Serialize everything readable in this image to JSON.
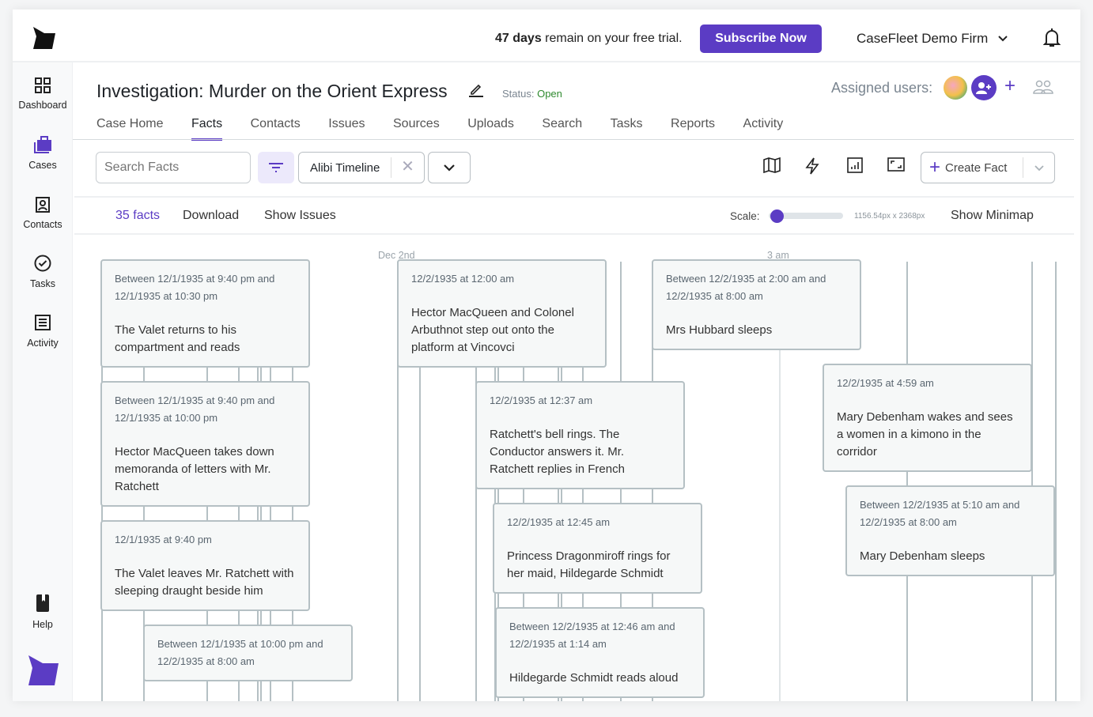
{
  "topbar": {
    "trial_days": "47 days",
    "trial_rest": " remain on your free trial.",
    "subscribe": "Subscribe Now",
    "firm": "CaseFleet Demo Firm"
  },
  "sidebar": [
    {
      "label": "Dashboard",
      "icon": "grid-icon"
    },
    {
      "label": "Cases",
      "icon": "briefcase-icon"
    },
    {
      "label": "Contacts",
      "icon": "contact-badge-icon"
    },
    {
      "label": "Tasks",
      "icon": "check-circle-icon"
    },
    {
      "label": "Activity",
      "icon": "list-icon"
    },
    {
      "label": "Help",
      "icon": "book-icon"
    }
  ],
  "case": {
    "title": "Investigation: Murder on the Orient Express",
    "status_label": "Status: ",
    "status": "Open",
    "assigned_label": "Assigned users:"
  },
  "tabs": [
    "Case Home",
    "Facts",
    "Contacts",
    "Issues",
    "Sources",
    "Uploads",
    "Search",
    "Tasks",
    "Reports",
    "Activity"
  ],
  "active_tab": "Facts",
  "toolbar": {
    "search_placeholder": "Search Facts",
    "timeline": "Alibi Timeline",
    "create": "Create Fact"
  },
  "subbar": {
    "count": "35 facts",
    "download": "Download",
    "show_issues": "Show Issues",
    "scale_label": "Scale:",
    "scale_value": 0.05,
    "dims": "1156.54px x 2368px",
    "minimap": "Show Minimap"
  },
  "colors": {
    "accent": "#5b3cc4",
    "status_open": "#2f8a2f"
  },
  "timeline": {
    "labels": [
      "Dec 2nd",
      "3 am"
    ],
    "cards": [
      {
        "date": "Between 12/1/1935 at 9:40 pm and 12/1/1935 at 10:30 pm",
        "text": "The Valet returns to his compartment and reads"
      },
      {
        "date": "Between 12/1/1935 at 9:40 pm and 12/1/1935 at 10:00 pm",
        "text": "Hector MacQueen takes down memoranda of letters with Mr. Ratchett"
      },
      {
        "date": "12/1/1935 at 9:40 pm",
        "text": "The Valet leaves Mr. Ratchett with sleeping draught beside him"
      },
      {
        "date": "Between 12/1/1935 at 10:00 pm and 12/2/1935 at 8:00 am",
        "text": ""
      },
      {
        "date": "12/2/1935 at 12:00 am",
        "text": "Hector MacQueen and Colonel Arbuthnot step out onto the platform at Vincovci"
      },
      {
        "date": "12/2/1935 at 12:37 am",
        "text": "Ratchett's bell rings. The Conductor answers it. Mr. Ratchett replies in French"
      },
      {
        "date": "12/2/1935 at 12:45 am",
        "text": "Princess Dragonmiroff rings for her maid, Hildegarde Schmidt"
      },
      {
        "date": "Between 12/2/1935 at 12:46 am and 12/2/1935 at 1:14 am",
        "text": "Hildegarde Schmidt reads aloud"
      },
      {
        "date": "Between 12/2/1935 at 2:00 am and 12/2/1935 at 8:00 am",
        "text": "Mrs Hubbard sleeps"
      },
      {
        "date": "12/2/1935 at 4:59 am",
        "text": "Mary Debenham wakes and sees a women in a kimono in the corridor"
      },
      {
        "date": "Between 12/2/1935 at 5:10 am and 12/2/1935 at 8:00 am",
        "text": "Mary Debenham sleeps"
      }
    ]
  }
}
